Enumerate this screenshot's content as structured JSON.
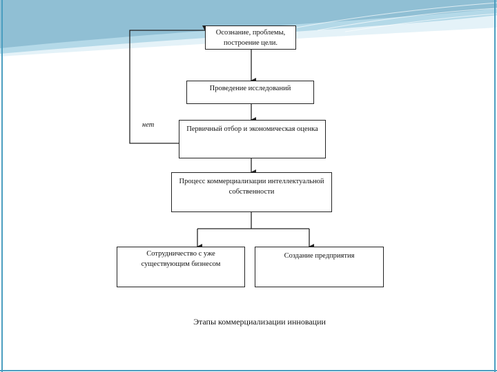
{
  "diagram": {
    "nodes": {
      "awareness": "Осознание, проблемы, построение цели.",
      "research": "Проведение исследований",
      "selection": "Первичный отбор и экономическая оценка",
      "commercialization": "Процесс коммерциализации интеллектуальной собственности",
      "cooperation": "Сотрудничество с уже существующим бизнесом",
      "enterprise": "Создание предприятия"
    },
    "feedback_label": "нет",
    "caption": "Этапы коммерциализации инновации"
  },
  "colors": {
    "frame_top": "#2d6e90",
    "frame_wave": "#6fb6d2",
    "frame_light": "#cfe9f3",
    "line": "#222222"
  }
}
